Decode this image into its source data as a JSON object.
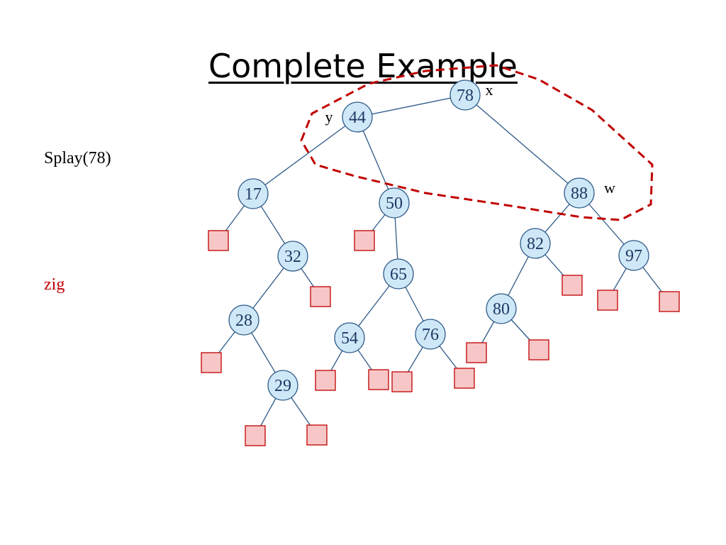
{
  "title": "Complete Example",
  "operation_label": "Splay(78)",
  "step_label": "zig",
  "colors": {
    "node_fill": "#cfe8f7",
    "node_stroke": "#2e5a88",
    "node_text": "#1f3864",
    "edge": "#2e5a88",
    "leaf_fill": "#f7c6c7",
    "leaf_stroke": "#c00000",
    "highlight_outline": "#c00000",
    "step_label": "#c00000"
  },
  "tree": {
    "nodes": [
      {
        "id": "n78",
        "label": "78"
      },
      {
        "id": "n44",
        "label": "44"
      },
      {
        "id": "n88",
        "label": "88"
      },
      {
        "id": "n17",
        "label": "17"
      },
      {
        "id": "n50",
        "label": "50"
      },
      {
        "id": "n32",
        "label": "32"
      },
      {
        "id": "n65",
        "label": "65"
      },
      {
        "id": "n28",
        "label": "28"
      },
      {
        "id": "n29",
        "label": "29"
      },
      {
        "id": "n54",
        "label": "54"
      },
      {
        "id": "n76",
        "label": "76"
      },
      {
        "id": "n82",
        "label": "82"
      },
      {
        "id": "n80",
        "label": "80"
      },
      {
        "id": "n97",
        "label": "97"
      }
    ],
    "edges": [
      [
        "n78",
        "n44"
      ],
      [
        "n78",
        "n88"
      ],
      [
        "n44",
        "n17"
      ],
      [
        "n44",
        "n50"
      ],
      [
        "n17",
        "l1"
      ],
      [
        "n17",
        "n32"
      ],
      [
        "n32",
        "n28"
      ],
      [
        "n32",
        "l2"
      ],
      [
        "n28",
        "l3"
      ],
      [
        "n28",
        "n29"
      ],
      [
        "n29",
        "l4"
      ],
      [
        "n29",
        "l5"
      ],
      [
        "n50",
        "l6"
      ],
      [
        "n50",
        "n65"
      ],
      [
        "n65",
        "n54"
      ],
      [
        "n65",
        "n76"
      ],
      [
        "n54",
        "l7"
      ],
      [
        "n54",
        "l8"
      ],
      [
        "n76",
        "l9"
      ],
      [
        "n76",
        "l10"
      ],
      [
        "n88",
        "n82"
      ],
      [
        "n88",
        "n97"
      ],
      [
        "n82",
        "n80"
      ],
      [
        "n82",
        "l11"
      ],
      [
        "n80",
        "l12"
      ],
      [
        "n80",
        "l13"
      ],
      [
        "n97",
        "l14"
      ],
      [
        "n97",
        "l15"
      ]
    ],
    "tags": [
      {
        "node": "n78",
        "text": "x"
      },
      {
        "node": "n44",
        "text": "y"
      },
      {
        "node": "n88",
        "text": "w"
      }
    ]
  }
}
